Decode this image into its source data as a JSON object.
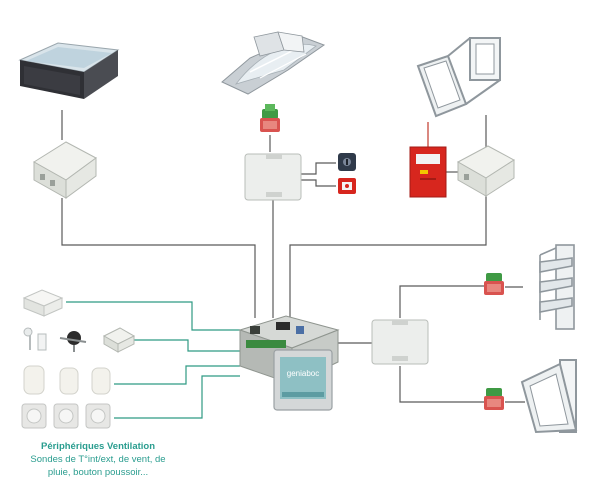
{
  "colors": {
    "wire_grey": "#5a5a5a",
    "wire_green": "#2f9a83",
    "wire_red": "#c0392b",
    "accent_text": "#2a9d8f",
    "box_fill": "#eceeec",
    "box_edge": "#b9bdb9",
    "red_cabinet": "#d7261e",
    "controller_screen": "#8ec0c4"
  },
  "icons": [
    "flat-roof-skylight-icon",
    "dome-skylight-icon",
    "opening-window-icon",
    "actuator-box-icon",
    "junction-box-icon",
    "red-control-cabinet-icon",
    "key-switch-icon",
    "break-glass-button-icon",
    "weather-sensor-icon",
    "central-controller-icon",
    "touchscreen-panel-icon",
    "louvre-window-icon",
    "smoke-vent-window-icon",
    "green-terminal-connector-icon"
  ],
  "controller_screen_brand": "geniaboc",
  "ventilation": {
    "title": "Périphériques Ventilation",
    "line1": "Sondes de T°int/ext, de vent, de",
    "line2": "pluie, bouton poussoir..."
  }
}
